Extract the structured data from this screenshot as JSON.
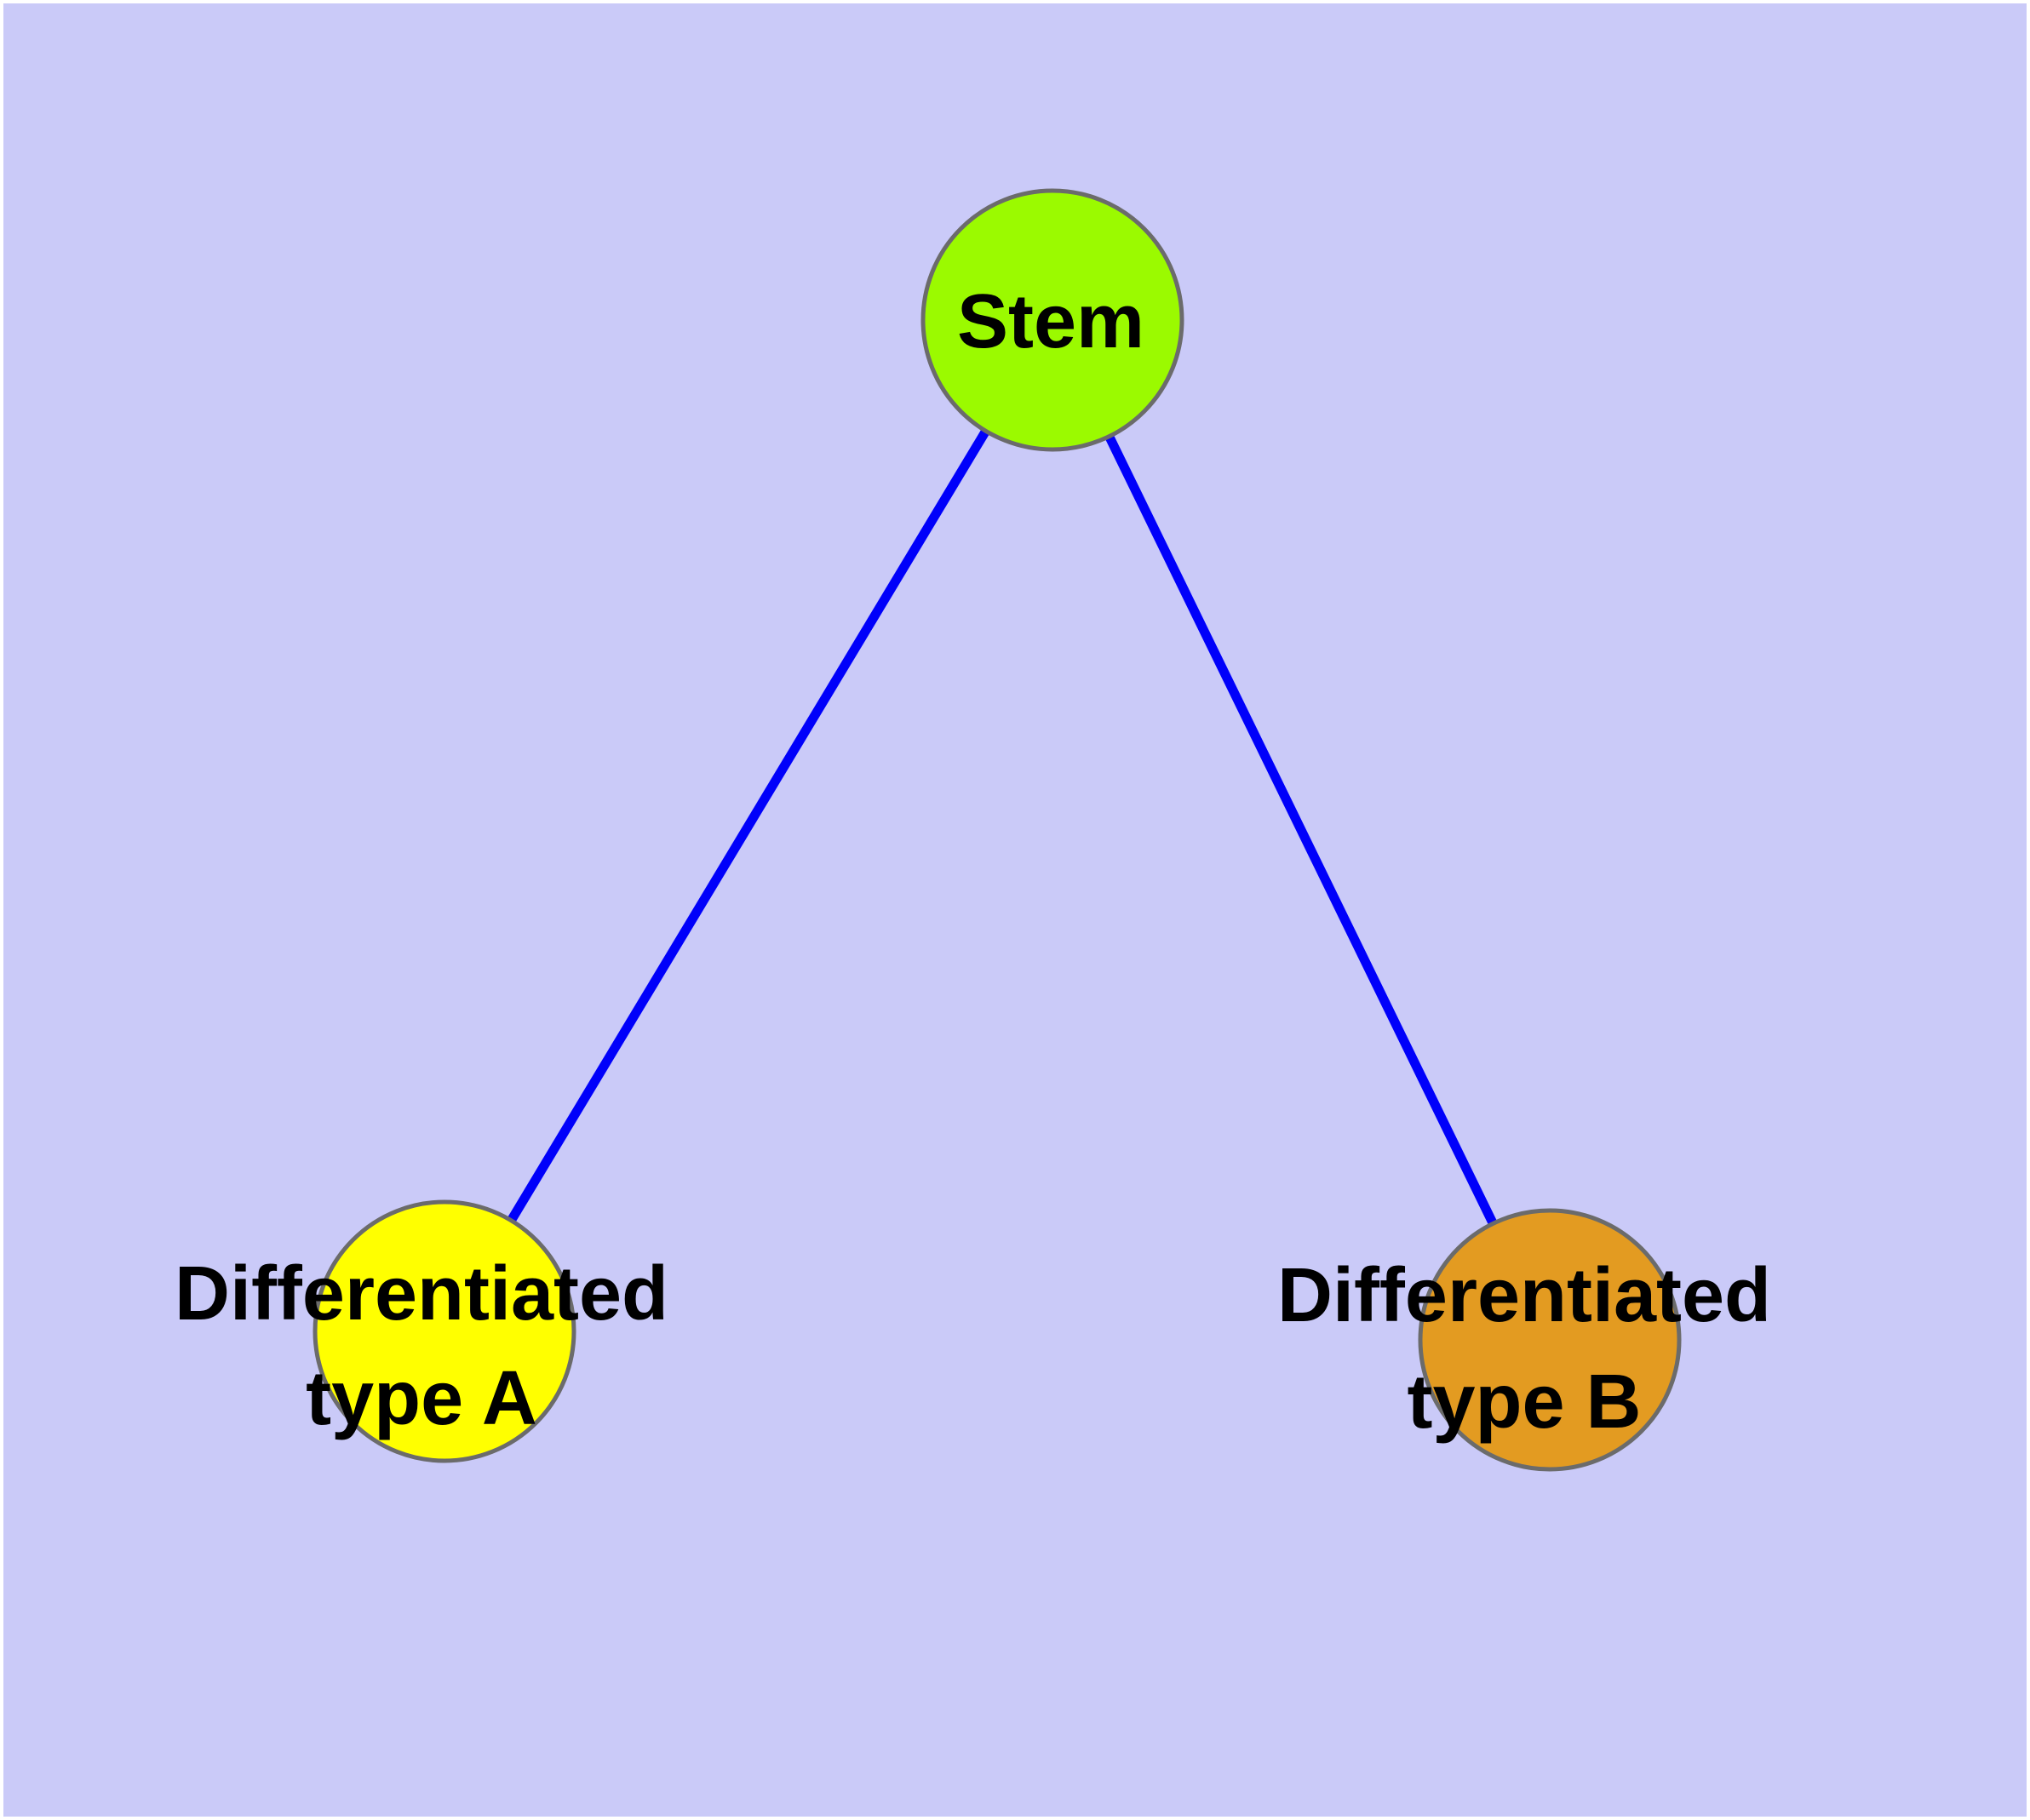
{
  "diagram": {
    "background_color": "#CACAF8",
    "frame_color": "#FFFFFF",
    "node_border_color": "#6B6B6B",
    "edge_color": "#0000FA",
    "nodes": {
      "stem": {
        "label": "Stem",
        "fill": "#9BFA00",
        "border": "#6B6B6B"
      },
      "type_a": {
        "label_line1": "Differentiated",
        "label_line2": "type A",
        "fill": "#FFFF00",
        "border": "#6B6B6B"
      },
      "type_b": {
        "label_line1": "Differentiated",
        "label_line2": "type B",
        "fill": "#E39B21",
        "border": "#6B6B6B"
      }
    },
    "edges": {
      "items": [
        {
          "from": "Stem",
          "to": "Differentiated type A"
        },
        {
          "from": "Stem",
          "to": "Differentiated type B"
        }
      ]
    }
  }
}
